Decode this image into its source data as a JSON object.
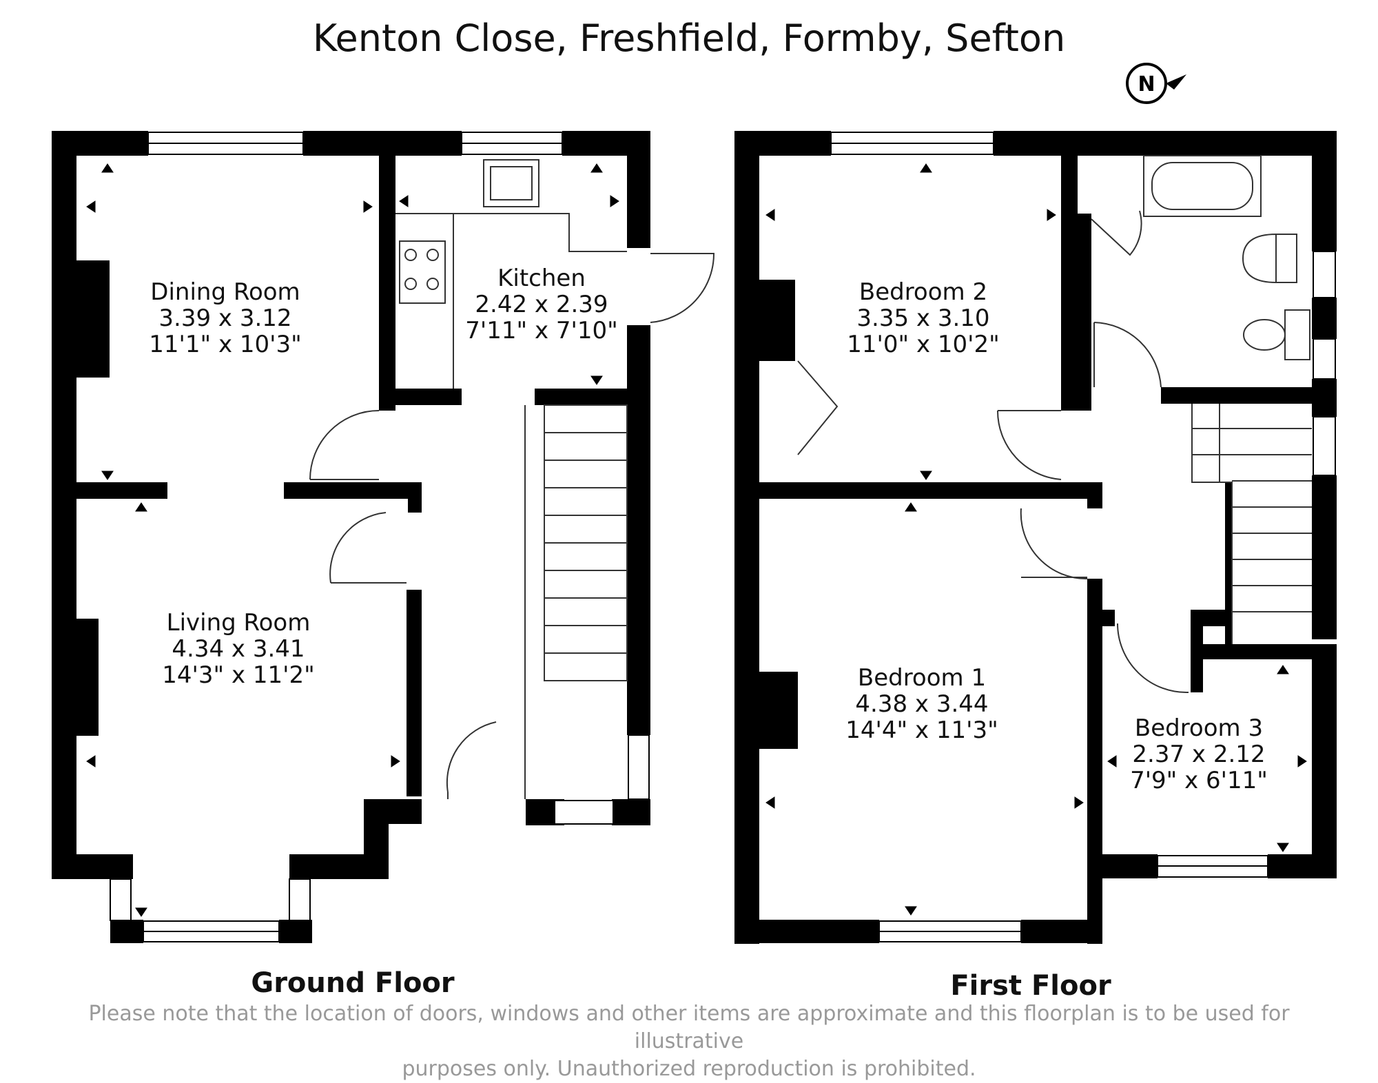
{
  "title": "Kenton Close, Freshfield, Formby, Sefton",
  "compass": {
    "letter": "N",
    "icon": "north-arrow-icon"
  },
  "floors": [
    {
      "label": "Ground Floor",
      "rooms": [
        {
          "name": "Dining Room",
          "metric": "3.39 x 3.12",
          "imperial": "11'1\" x 10'3\""
        },
        {
          "name": "Kitchen",
          "metric": "2.42 x 2.39",
          "imperial": "7'11\" x 7'10\""
        },
        {
          "name": "Living Room",
          "metric": "4.34 x 3.41",
          "imperial": "14'3\" x 11'2\""
        }
      ]
    },
    {
      "label": "First Floor",
      "rooms": [
        {
          "name": "Bedroom 2",
          "metric": "3.35 x 3.10",
          "imperial": "11'0\" x 10'2\""
        },
        {
          "name": "Bedroom 1",
          "metric": "4.38 x 3.44",
          "imperial": "14'4\" x 11'3\""
        },
        {
          "name": "Bedroom 3",
          "metric": "2.37 x 2.12",
          "imperial": "7'9\" x 6'11\""
        }
      ]
    }
  ],
  "disclaimer": {
    "line1": "Please note that the location of doors, windows and other items are approximate and this floorplan is to be used for illustrative",
    "line2": "purposes only. Unauthorized reproduction is prohibited."
  },
  "colors": {
    "wall": "#000000",
    "fixture": "#555555",
    "disclaimer": "#999999"
  }
}
